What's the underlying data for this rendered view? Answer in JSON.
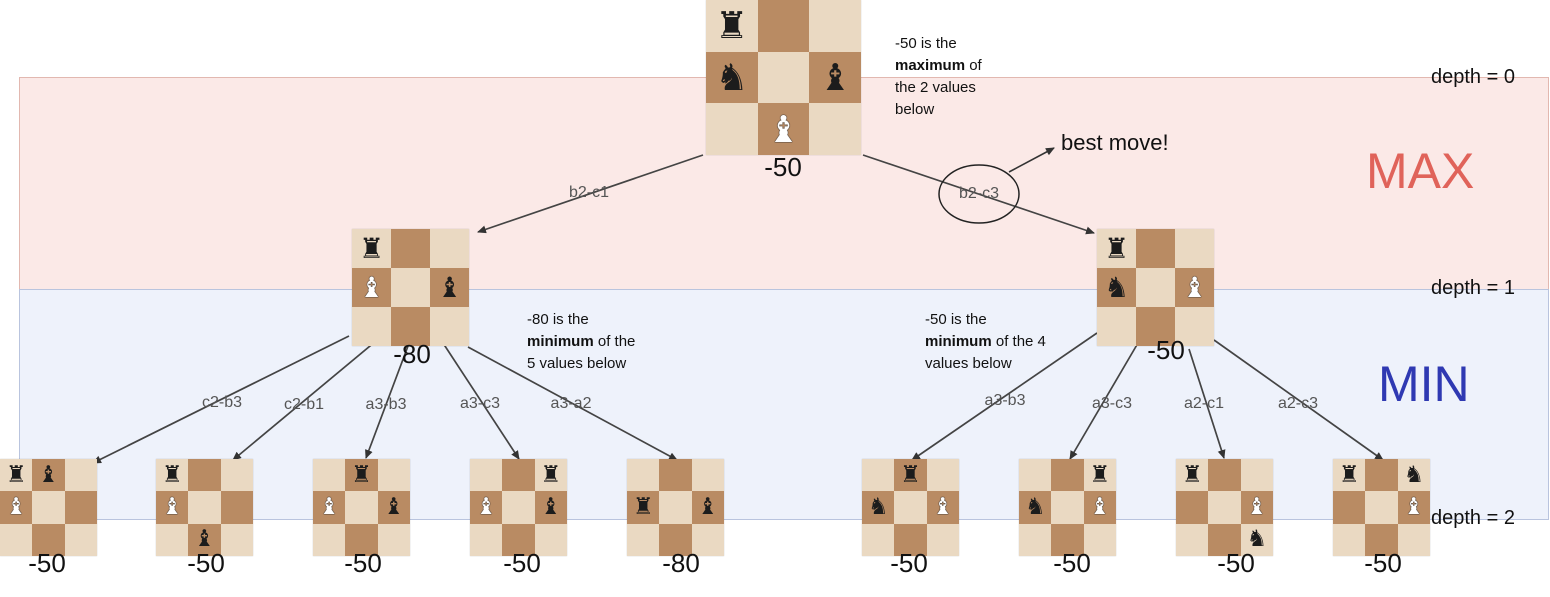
{
  "bands": {
    "max_label": "MAX",
    "min_label": "MIN"
  },
  "depths": [
    "depth = 0",
    "depth = 1",
    "depth = 2"
  ],
  "best_move_label": "best move!",
  "notes": {
    "root": {
      "pre": "-50 is the",
      "bold": "maximum",
      "post": "of the 2 values below"
    },
    "left": {
      "pre": "-80 is the",
      "bold": "minimum",
      "post": "of the 5 values below"
    },
    "right": {
      "pre": "-50 is the",
      "bold": "minimum",
      "post": "of the 4 values below"
    }
  },
  "pieces": {
    "rook": "♜",
    "knight": "♞",
    "bishop": "♝"
  },
  "nodes": {
    "root": {
      "score": "-50",
      "board": [
        "bR",
        "",
        "",
        "bN",
        "",
        "bB",
        "",
        "wB",
        ""
      ]
    },
    "L": {
      "score": "-80",
      "board": [
        "bR",
        "",
        "",
        "wB",
        "",
        "bB",
        "",
        "",
        ""
      ]
    },
    "R": {
      "score": "-50",
      "board": [
        "bR",
        "",
        "",
        "bN",
        "",
        "wB",
        "",
        "",
        ""
      ]
    },
    "L1": {
      "score": "-50",
      "board": [
        "bR",
        "bB",
        "",
        "wB",
        "",
        "",
        "",
        "",
        ""
      ]
    },
    "L2": {
      "score": "-50",
      "board": [
        "bR",
        "",
        "",
        "wB",
        "",
        "",
        "",
        "bB",
        ""
      ]
    },
    "L3": {
      "score": "-50",
      "board": [
        "",
        "bR",
        "",
        "wB",
        "",
        "bB",
        "",
        "",
        ""
      ]
    },
    "L4": {
      "score": "-50",
      "board": [
        "",
        "",
        "bR",
        "wB",
        "",
        "bB",
        "",
        "",
        ""
      ]
    },
    "L5": {
      "score": "-80",
      "board": [
        "",
        "",
        "",
        "bR",
        "",
        "bB",
        "",
        "",
        ""
      ]
    },
    "R1": {
      "score": "-50",
      "board": [
        "",
        "bR",
        "",
        "bN",
        "",
        "wB",
        "",
        "",
        ""
      ]
    },
    "R2": {
      "score": "-50",
      "board": [
        "",
        "",
        "bR",
        "bN",
        "",
        "wB",
        "",
        "",
        ""
      ]
    },
    "R3": {
      "score": "-50",
      "board": [
        "bR",
        "",
        "",
        "",
        "",
        "wB",
        "",
        "",
        "bN"
      ]
    },
    "R4": {
      "score": "-50",
      "board": [
        "bR",
        "",
        "bN",
        "",
        "",
        "wB",
        "",
        "",
        ""
      ]
    }
  },
  "edges": {
    "e_root_L": "b2-c1",
    "e_root_R": "b2-c3",
    "e_L_L1": "c2-b3",
    "e_L_L2": "c2-b1",
    "e_L_L3": "a3-b3",
    "e_L_L4": "a3-c3",
    "e_L_L5": "a3-a2",
    "e_R_R1": "a3-b3",
    "e_R_R2": "a3-c3",
    "e_R_R3": "a2-c1",
    "e_R_R4": "a2-c3"
  }
}
